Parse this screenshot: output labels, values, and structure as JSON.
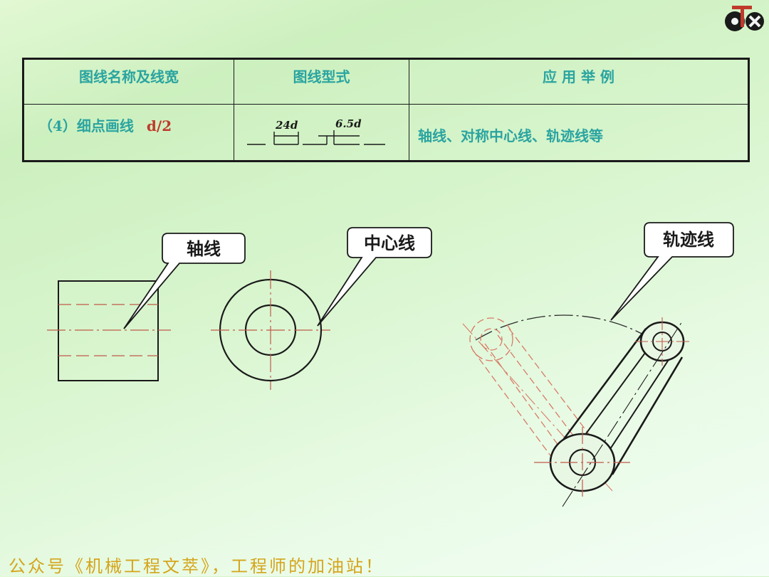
{
  "table": {
    "headers": [
      "图线名称及线宽",
      "图线型式",
      "应 用 举 例"
    ],
    "row": {
      "name": "（4）细点画线",
      "width": "d/2",
      "dim_long": "24d",
      "dim_short": "6.5d",
      "application": "轴线、对称中心线、轨迹线等"
    }
  },
  "callouts": {
    "axis": "轴线",
    "center": "中心线",
    "track": "轨迹线"
  },
  "footer": "公众号《机械工程文萃》，工程师的加油站！",
  "colors": {
    "table_text": "#2aa4a0",
    "width_text": "#c0392b",
    "footer_text": "#d4a51c",
    "hidden_line": "#c05a4a"
  },
  "logo_icon": "gear-ty-logo-icon"
}
